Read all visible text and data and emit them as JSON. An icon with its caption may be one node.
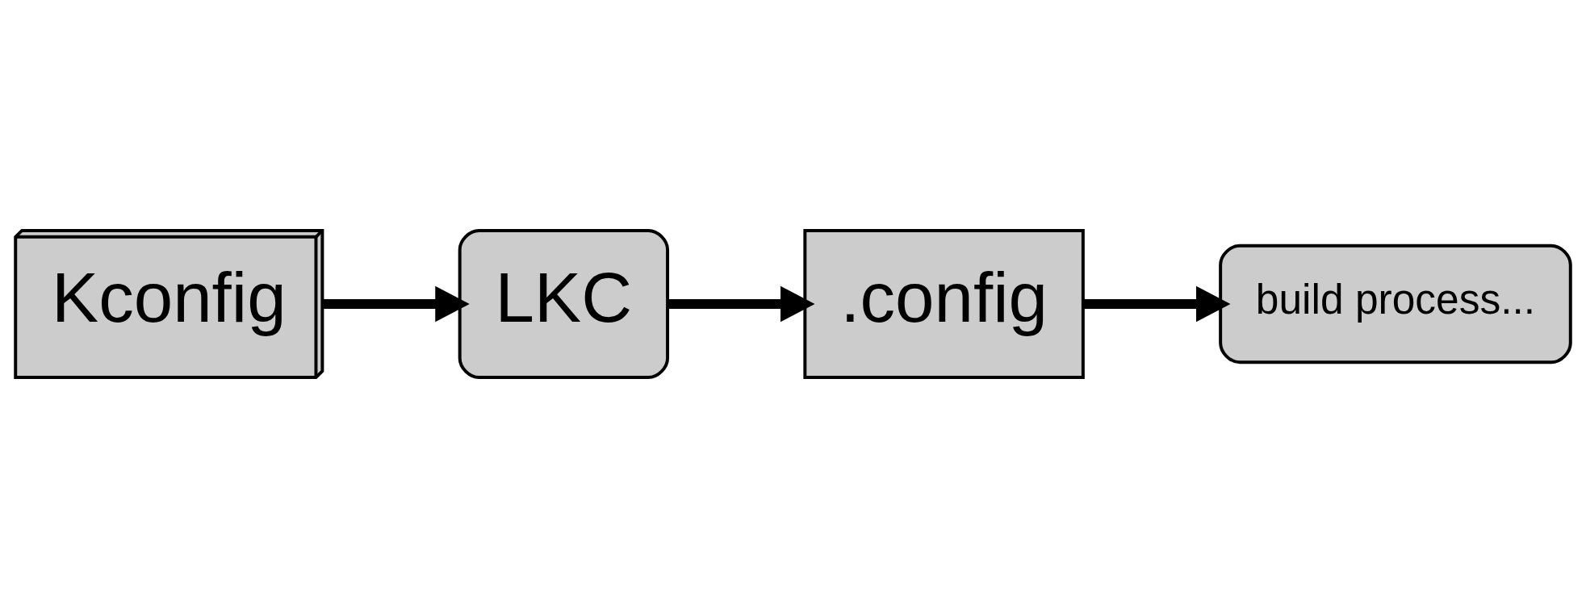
{
  "diagram": {
    "nodes": [
      {
        "text": [
          "Kconfig"
        ]
      },
      {
        "text": [
          "LKC"
        ]
      },
      {
        "text": [
          ".config"
        ]
      },
      {
        "text": [
          "build process..."
        ]
      }
    ],
    "edges": [
      {
        "from": 0,
        "to": 1,
        "arrow": "to"
      },
      {
        "from": 1,
        "to": 2,
        "arrow": "to"
      },
      {
        "from": 2,
        "to": 3,
        "arrow": "to"
      }
    ]
  }
}
